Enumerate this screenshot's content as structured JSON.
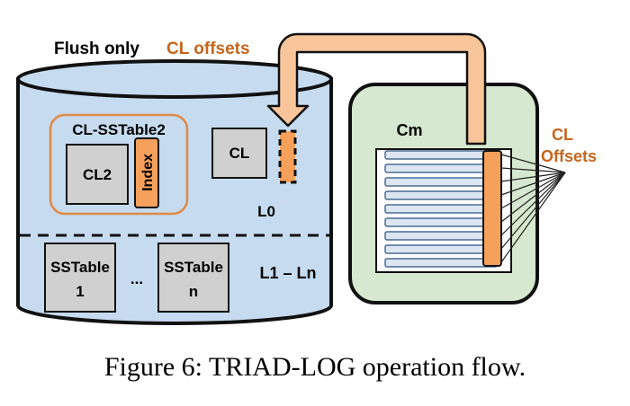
{
  "colors": {
    "orange_text": "#c5651c",
    "orange_fill": "#f5a15c",
    "arrow_fill": "#f8c59a",
    "db_fill": "#c6dbef",
    "mem_fill": "#d6e8cf",
    "box_fill": "#d0d0d0",
    "line_fill": "#dce6f2",
    "line_stroke": "#4a6b93",
    "outline": "#111111"
  },
  "header": {
    "flush_only": "Flush only",
    "cl_offsets": "CL offsets"
  },
  "disk": {
    "cl_sstable_title": "CL-SSTable2",
    "cl2_label": "CL2",
    "index_label": "Index",
    "cl_label": "CL",
    "l0_label": "L0",
    "sstable1_line1": "SSTable",
    "sstable1_line2": "1",
    "ellipsis": "...",
    "sstablen_line1": "SSTable",
    "sstablen_line2": "n",
    "levels_label": "L1 – Ln"
  },
  "memory": {
    "cm_label": "Cm",
    "offsets_line1": "CL",
    "offsets_line2": "Offsets",
    "log_line_count": 9
  },
  "caption": "Figure 6: TRIAD-LOG operation flow."
}
